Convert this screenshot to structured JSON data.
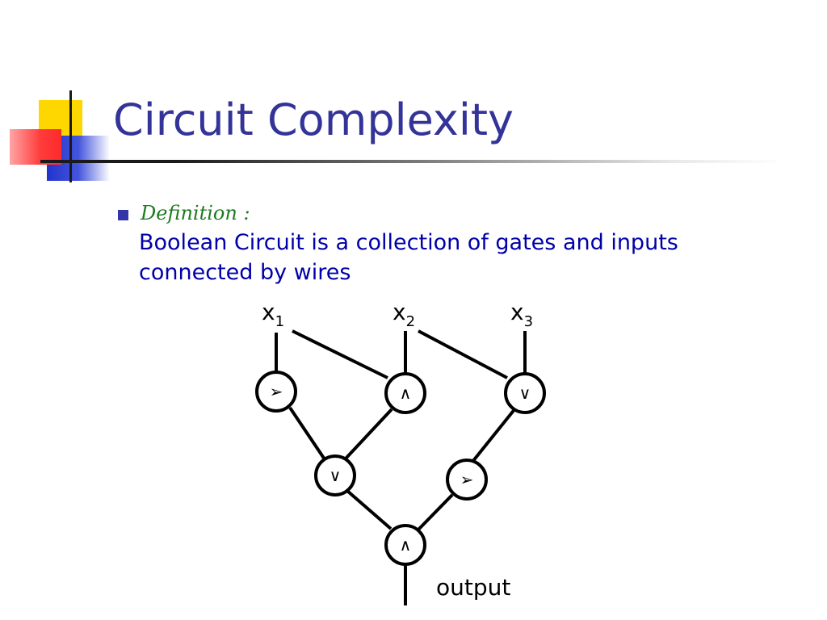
{
  "slide": {
    "title": "Circuit Complexity",
    "definition_label": "Definition :",
    "body_line1": "Boolean Circuit is a collection of gates and inputs",
    "body_line2": "connected by wires"
  },
  "colors": {
    "title": "#333399",
    "definition": "#1f7a1f",
    "body": "#0000aa",
    "bullet": "#3333aa",
    "deco_yellow": "#ffd700",
    "deco_red": "#ff3b3b",
    "deco_blue": "#2233cc"
  },
  "circuit": {
    "inputs": [
      {
        "base": "x",
        "sub": "1"
      },
      {
        "base": "x",
        "sub": "2"
      },
      {
        "base": "x",
        "sub": "3"
      }
    ],
    "gates": [
      {
        "id": "not1",
        "symbol": "➢",
        "icon": "not-gate-arrow"
      },
      {
        "id": "and1",
        "symbol": "∧",
        "icon": "and-wedge"
      },
      {
        "id": "or1",
        "symbol": "∨",
        "icon": "or-vee"
      },
      {
        "id": "or2",
        "symbol": "∨",
        "icon": "or-vee"
      },
      {
        "id": "not2",
        "symbol": "➢",
        "icon": "not-gate-arrow"
      },
      {
        "id": "and2",
        "symbol": "∧",
        "icon": "and-wedge"
      }
    ],
    "output_label": "output"
  }
}
